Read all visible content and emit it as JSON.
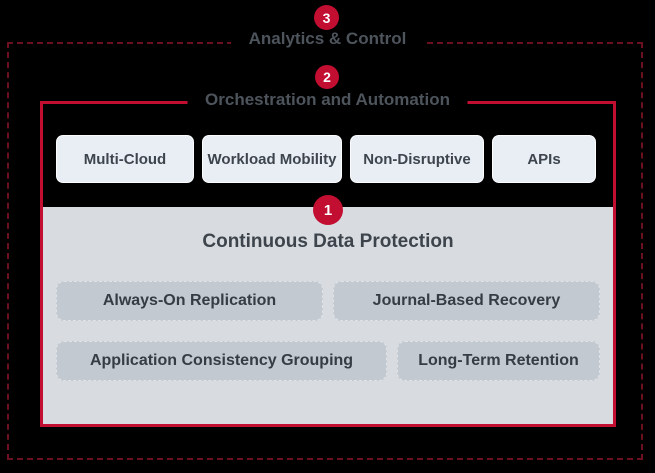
{
  "diagram": {
    "layers": [
      {
        "number": "1",
        "title": "Continuous Data Protection"
      },
      {
        "number": "2",
        "title": "Orchestration and Automation"
      },
      {
        "number": "3",
        "title": "Analytics & Control"
      }
    ],
    "orchestration_items": [
      {
        "label": "Multi-Cloud"
      },
      {
        "label": "Workload Mobility"
      },
      {
        "label": "Non-Disruptive"
      },
      {
        "label": "APIs"
      }
    ],
    "cdp_items": [
      {
        "label": "Always-On Replication"
      },
      {
        "label": "Journal-Based Recovery"
      },
      {
        "label": "Application Consistency Grouping"
      },
      {
        "label": "Long-Term Retention"
      }
    ],
    "colors": {
      "accent_red": "#c10e31",
      "background": "#000000",
      "layer1_panel_bg": "#d8dce1",
      "layer1_chip_bg": "#c3c9d0",
      "layer2_chip_bg": "#e9eef5",
      "label_text": "#4d545c"
    }
  }
}
